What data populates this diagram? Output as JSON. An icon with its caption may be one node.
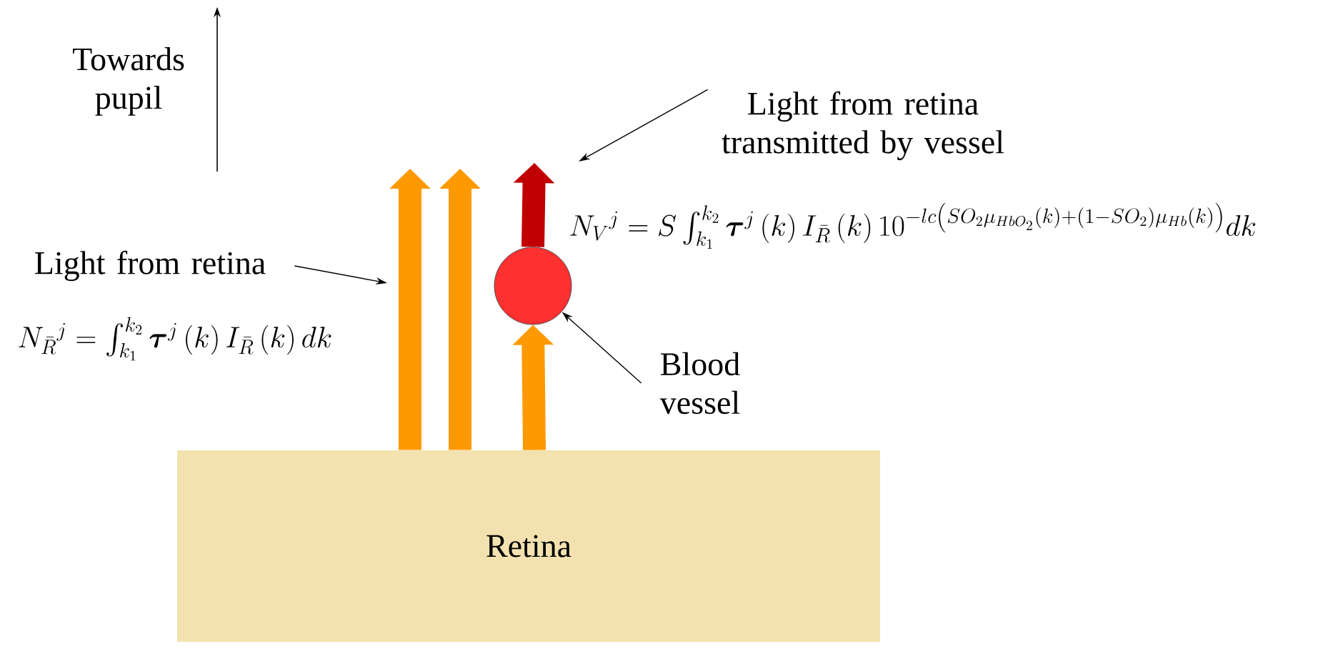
{
  "diagram": {
    "nodes": [
      {
        "text": [
          "Retina"
        ]
      },
      {
        "text": [
          "Light from retina"
        ],
        "beside": [
          "N_{\\bar{R}}{}^{j} = \\int_{k_1}^{k_2} \\boldsymbol{\\tau}^{j}\\left(k\\right) I_{\\bar{R}}\\left(k\\right) dk"
        ]
      },
      {
        "text": [],
        "shape": "circle"
      },
      {
        "text": [
          "Light from retina transmitted by vessel"
        ]
      },
      {
        "text": [
          "Blood vessel"
        ]
      }
    ],
    "edges": [
      {
        "from": 0,
        "to": null,
        "arrow": "to",
        "color": "#ff9900"
      },
      {
        "from": 0,
        "to": null,
        "arrow": "to",
        "color": "#ff9900"
      },
      {
        "from": 0,
        "to": 2,
        "arrow": "to",
        "color": "#ff9900"
      },
      {
        "from": 2,
        "to": null,
        "arrow": "to",
        "color": "#c00000"
      },
      {
        "from": 1,
        "to": null,
        "arrow": "to",
        "color": "#000000"
      },
      {
        "from": 3,
        "to": null,
        "arrow": "to",
        "color": "#000000"
      },
      {
        "from": 4,
        "to": 2,
        "arrow": "to",
        "color": "#000000"
      }
    ],
    "labels": [
      "Towards pupil",
      "N_{V}{}^{j} = S\\int_{k_1}^{k_2} \\boldsymbol{\\tau}^{j}\\left(k\\right) I_{\\bar{R}}\\left(k\\right) 10^{-lc\\left(SO_2\\mu_{HbO_2}\\left(k\\right)+\\left(1-SO_2\\right)\\mu_{Hb}\\left(k\\right)\\right)} dk"
    ]
  }
}
